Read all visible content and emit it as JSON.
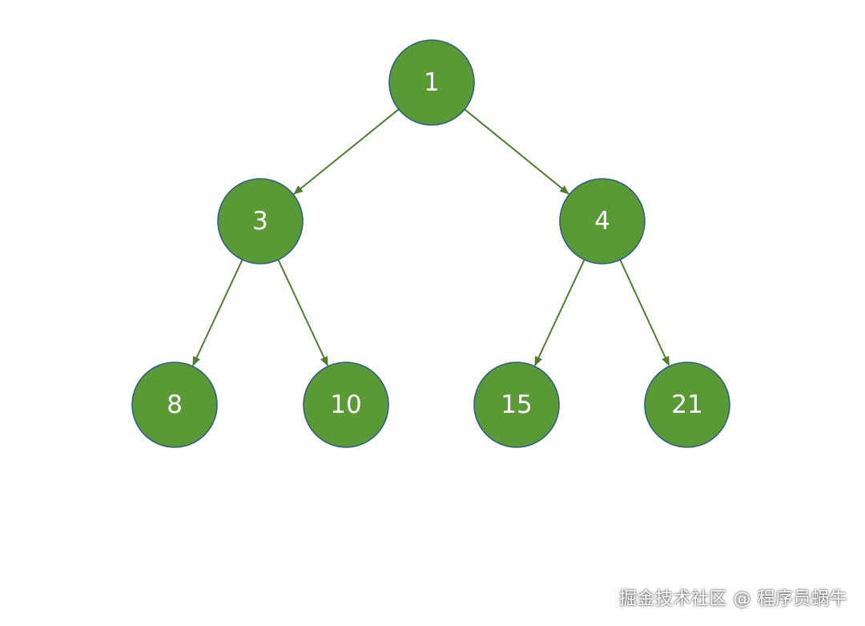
{
  "diagram": {
    "type": "binary-tree",
    "nodes": [
      {
        "id": "n1",
        "label": "1"
      },
      {
        "id": "n3",
        "label": "3"
      },
      {
        "id": "n4",
        "label": "4"
      },
      {
        "id": "n8",
        "label": "8"
      },
      {
        "id": "n10",
        "label": "10"
      },
      {
        "id": "n15",
        "label": "15"
      },
      {
        "id": "n21",
        "label": "21"
      }
    ],
    "edges": [
      {
        "from": "n1",
        "to": "n3"
      },
      {
        "from": "n1",
        "to": "n4"
      },
      {
        "from": "n3",
        "to": "n8"
      },
      {
        "from": "n3",
        "to": "n10"
      },
      {
        "from": "n4",
        "to": "n15"
      },
      {
        "from": "n4",
        "to": "n21"
      }
    ],
    "colors": {
      "node_fill": "#5a9a35",
      "node_border": "#2f5f88",
      "edge": "#4f7f2e",
      "label": "#ffffff"
    }
  },
  "watermark": {
    "text": "掘金技术社区 @ 程序员蜗牛"
  }
}
